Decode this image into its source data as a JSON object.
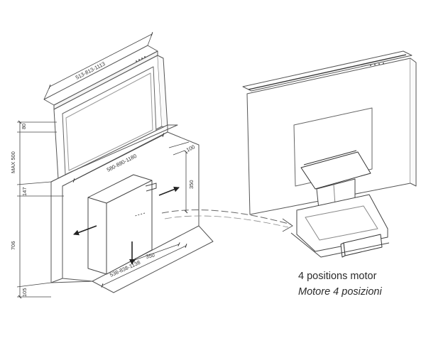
{
  "dimensions": {
    "top_width": "513-813-1113",
    "lift_height": "MAX 500",
    "top_depth": "80",
    "top_panel_width": "580-880-1180",
    "motor_depth": "100",
    "motor_height": "350",
    "upper_height": "147",
    "cabinet_height": "706",
    "motor_width": "350",
    "cabinet_width": "538-838-1138",
    "base_height": "105"
  },
  "caption": {
    "english": "4 positions motor",
    "italian": "Motore 4 posizioni"
  }
}
